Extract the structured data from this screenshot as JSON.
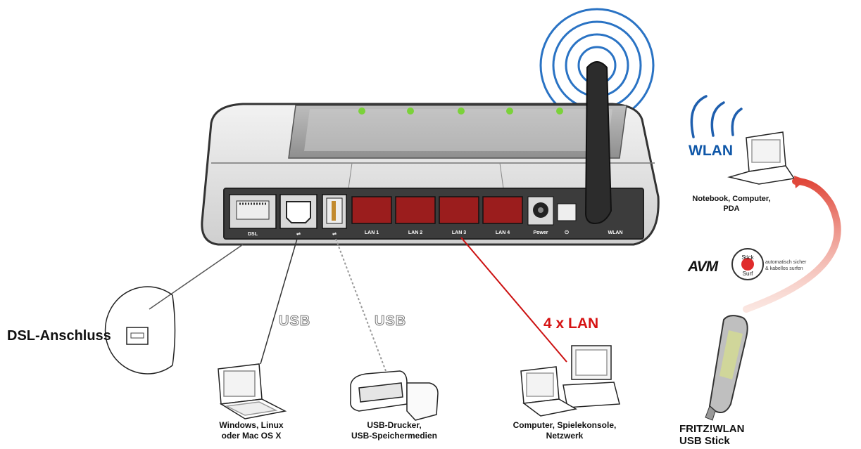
{
  "router": {
    "ports": {
      "dsl": "DSL",
      "lan": [
        "LAN 1",
        "LAN 2",
        "LAN 3",
        "LAN 4"
      ],
      "power": "Power",
      "wlan": "WLAN"
    }
  },
  "connections": {
    "dsl_label": "DSL-Anschluss",
    "usb_label_1": "USB",
    "usb_label_2": "USB",
    "lan_label": "4 x LAN",
    "wlan_label": "WLAN"
  },
  "devices": {
    "pc_caption": "Windows, Linux\noder Mac OS X",
    "printer_caption": "USB-Drucker,\nUSB-Speichermedien",
    "network_caption": "Computer, Spielekonsole,\nNetzwerk",
    "notebook_caption": "Notebook, Computer,\nPDA",
    "stick_caption": "FRITZ!WLAN\nUSB Stick"
  },
  "branding": {
    "avm_logo": "AVM",
    "stick_surf_line1": "automatisch sicher",
    "stick_surf_line2": "& kabellos surfen"
  },
  "colors": {
    "lan_accent": "#d61313",
    "wlan_accent": "#0f57a8",
    "led_green": "#7bd23a",
    "port_red": "#9b1d1d"
  }
}
